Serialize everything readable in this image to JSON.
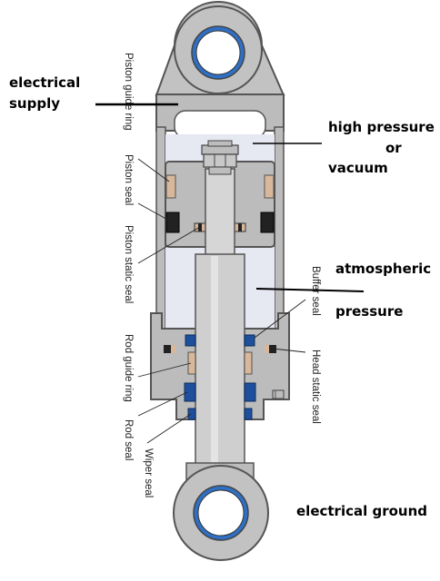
{
  "annotations": {
    "electrical_supply": [
      "electrical",
      "supply"
    ],
    "high_pressure": [
      "high pressure",
      "or",
      "vacuum"
    ],
    "atmospheric_pressure": [
      "atmospheric",
      "pressure"
    ],
    "electrical_ground": "electrical ground"
  },
  "seal_labels": {
    "piston_guide_ring": "Piston guide ring",
    "piston_seal": "Piston seal",
    "piston_static_seal": "Piston static seal",
    "rod_guide_ring": "Rod guide ring",
    "rod_seal": "Rod seal",
    "wiper_seal": "Wiper seal",
    "buffer_seal": "Buffer seal",
    "head_static_seal": "Head static seal"
  },
  "colors": {
    "body": "#bcbcbc",
    "body_dark": "#555555",
    "chamber": "#e6e8f2",
    "rod": "#cfcfcf",
    "guide_ring": "#d8b79a",
    "seal_black": "#222222",
    "seal_blue": "#1e4f9c",
    "eye_ring": "#2f6fc4"
  }
}
